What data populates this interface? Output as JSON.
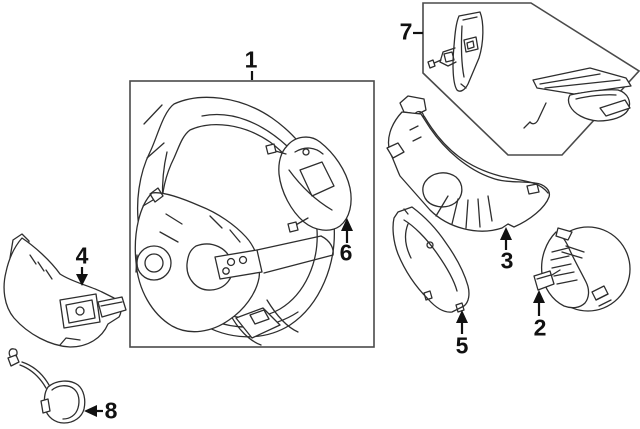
{
  "diagram": {
    "background_color": "#ffffff",
    "line_color": "#2e2e2e",
    "box_line_color": "#4a4a4a",
    "label_color": "#111111",
    "callouts": [
      {
        "label": "1"
      },
      {
        "label": "2"
      },
      {
        "label": "3"
      },
      {
        "label": "4"
      },
      {
        "label": "5"
      },
      {
        "label": "6"
      },
      {
        "label": "7"
      },
      {
        "label": "8"
      }
    ]
  }
}
